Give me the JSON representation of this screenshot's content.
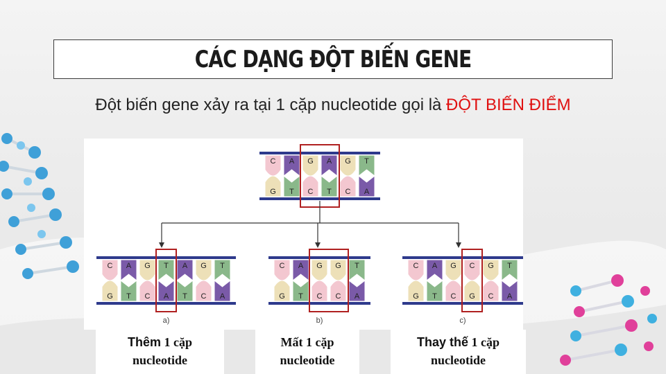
{
  "slide": {
    "title": "CÁC DẠNG ĐỘT BIẾN GENE",
    "subtitle_prefix": "Đột biến gene xảy ra tại 1 cặp nucleotide gọi là ",
    "subtitle_highlight": "ĐỘT BIẾN ĐIỂM"
  },
  "colors": {
    "highlight_red": "#e01010",
    "strand_blue": "#2e3a8c",
    "box_red": "#b02020",
    "base_C": "#f3c7d0",
    "base_A": "#7a5aa8",
    "base_G": "#ede0b8",
    "base_T": "#8ab88a"
  },
  "diagram": {
    "original": {
      "top": [
        "C",
        "A",
        "G",
        "A",
        "G",
        "T"
      ],
      "bottom": [
        "G",
        "T",
        "C",
        "T",
        "C",
        "A"
      ]
    },
    "variants": [
      {
        "label": "a)",
        "top": [
          "C",
          "A",
          "G",
          "T",
          "A",
          "G",
          "T"
        ],
        "bottom": [
          "G",
          "T",
          "C",
          "A",
          "T",
          "C",
          "A"
        ]
      },
      {
        "label": "b)",
        "top": [
          "C",
          "A",
          "G",
          "G",
          "T"
        ],
        "bottom": [
          "G",
          "T",
          "C",
          "C",
          "A"
        ]
      },
      {
        "label": "c)",
        "top": [
          "C",
          "A",
          "G",
          "C",
          "G",
          "T"
        ],
        "bottom": [
          "G",
          "T",
          "C",
          "G",
          "C",
          "A"
        ]
      }
    ]
  },
  "captions": [
    {
      "word": "Thêm",
      "rest": " 1 cặp",
      "line2": "nucleotide"
    },
    {
      "word": "",
      "rest": "Mất 1 cặp",
      "line2": "nucleotide"
    },
    {
      "word": "Thay thế",
      "rest": " 1 cặp",
      "line2": "nucleotide"
    }
  ]
}
